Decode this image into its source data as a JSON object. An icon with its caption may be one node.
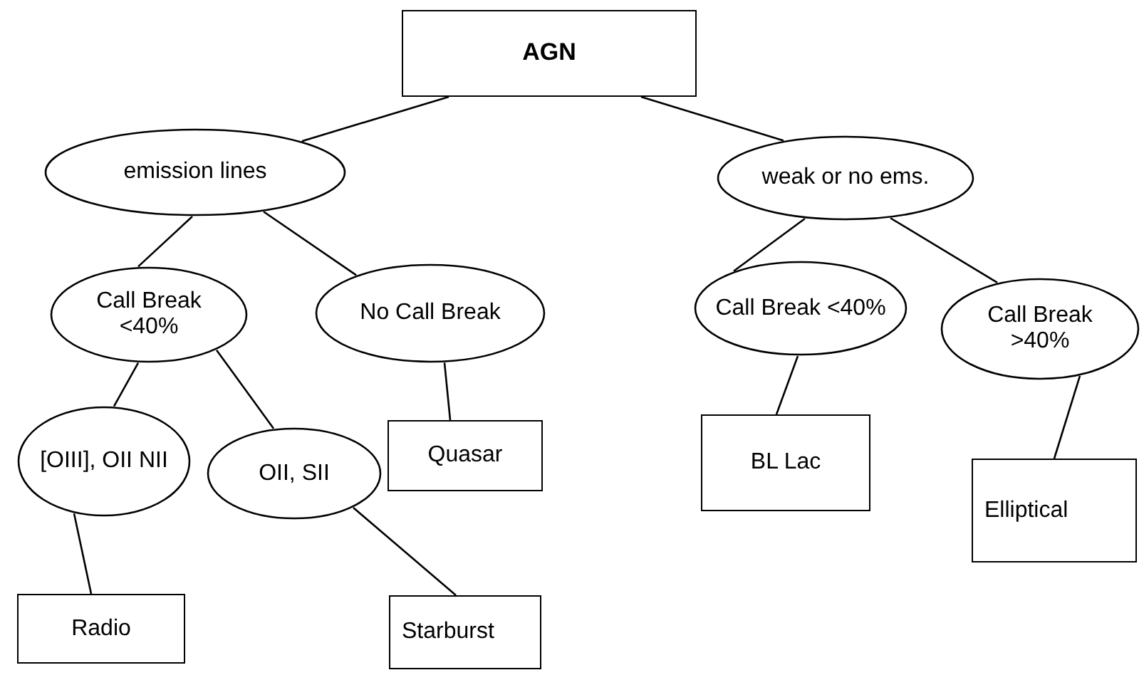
{
  "diagram": {
    "nodes": [
      {
        "text": [
          "AGN"
        ]
      },
      {
        "text": [
          "emission lines"
        ]
      },
      {
        "text": [
          "weak or no ems."
        ]
      },
      {
        "text": [
          "Call Break <40%"
        ]
      },
      {
        "text": [
          "No Call Break"
        ]
      },
      {
        "text": [
          "Call Break <40%"
        ]
      },
      {
        "text": [
          "Call Break >40%"
        ]
      },
      {
        "text": [
          "[OIII], OII NII"
        ]
      },
      {
        "text": [
          "OII, SII"
        ]
      },
      {
        "text": [
          "Quasar"
        ]
      },
      {
        "text": [
          "BL Lac"
        ]
      },
      {
        "text": [
          "Elliptical"
        ]
      },
      {
        "text": [
          "Radio"
        ]
      },
      {
        "text": [
          "Starburst"
        ]
      }
    ],
    "edges": [
      {
        "from": 0,
        "to": 1,
        "arrow": "none"
      },
      {
        "from": 0,
        "to": 2,
        "arrow": "none"
      },
      {
        "from": 1,
        "to": 3,
        "arrow": "none"
      },
      {
        "from": 1,
        "to": 4,
        "arrow": "none"
      },
      {
        "from": 2,
        "to": 5,
        "arrow": "none"
      },
      {
        "from": 2,
        "to": 6,
        "arrow": "none"
      },
      {
        "from": 3,
        "to": 7,
        "arrow": "none"
      },
      {
        "from": 3,
        "to": 8,
        "arrow": "none"
      },
      {
        "from": 4,
        "to": 9,
        "arrow": "none"
      },
      {
        "from": 5,
        "to": 10,
        "arrow": "none"
      },
      {
        "from": 6,
        "to": 11,
        "arrow": "none"
      },
      {
        "from": 7,
        "to": 12,
        "arrow": "none"
      },
      {
        "from": 8,
        "to": 13,
        "arrow": "none"
      }
    ]
  }
}
